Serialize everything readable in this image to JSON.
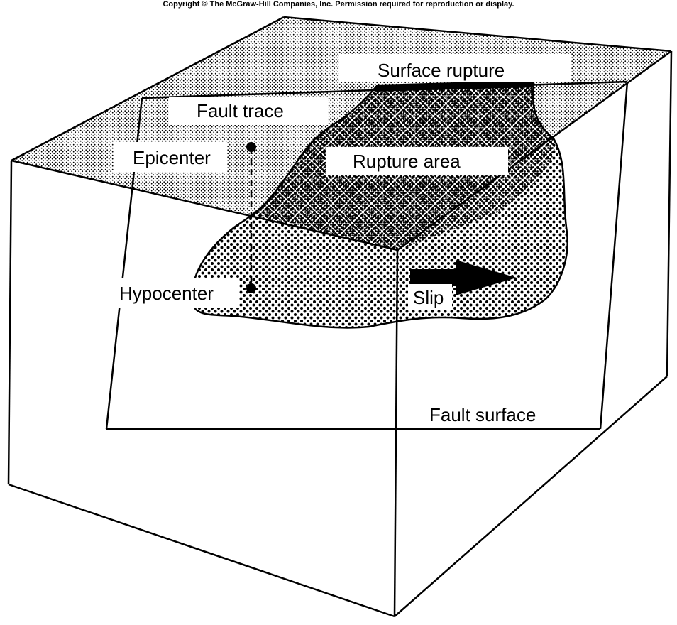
{
  "copyright": "Copyright © The McGraw-Hill Companies, Inc. Permission required for reproduction or display.",
  "labels": {
    "surface_rupture": "Surface rupture",
    "fault_trace": "Fault trace",
    "epicenter": "Epicenter",
    "rupture_area": "Rupture area",
    "hypocenter": "Hypocenter",
    "slip": "Slip",
    "fault_surface": "Fault surface"
  }
}
